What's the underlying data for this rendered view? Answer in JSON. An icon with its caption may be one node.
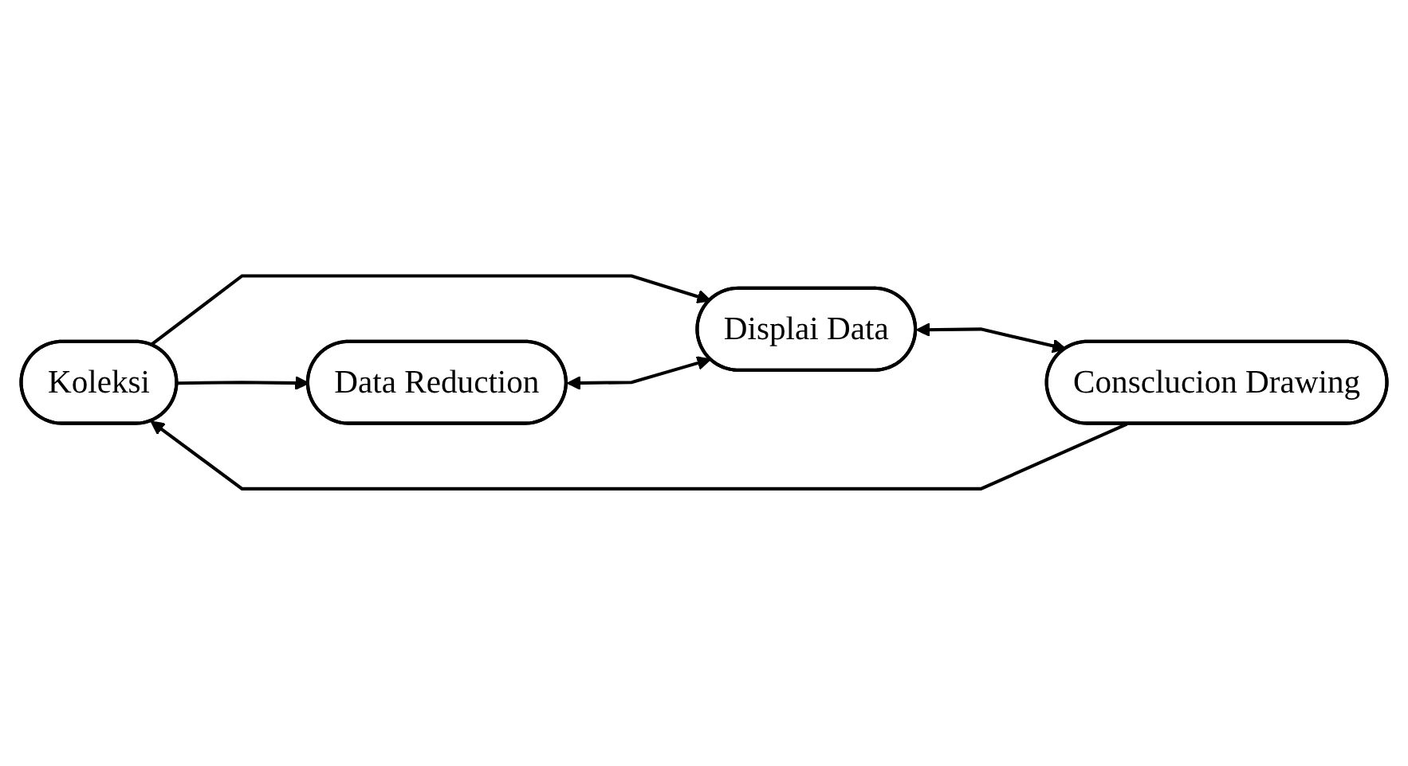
{
  "diagram": {
    "nodes": [
      {
        "text": [
          "Koleksi"
        ]
      },
      {
        "text": [
          "Displai Data"
        ]
      },
      {
        "text": [
          "Data Reduction"
        ]
      },
      {
        "text": [
          "Consclucion Drawing"
        ]
      }
    ],
    "edges": [
      {
        "from": 0,
        "to": 2,
        "arrow": "to"
      },
      {
        "from": 0,
        "to": 1,
        "arrow": "to"
      },
      {
        "from": 2,
        "to": 1,
        "arrow": "both"
      },
      {
        "from": 1,
        "to": 3,
        "arrow": "both"
      },
      {
        "from": 3,
        "to": 0,
        "arrow": "to"
      }
    ]
  }
}
